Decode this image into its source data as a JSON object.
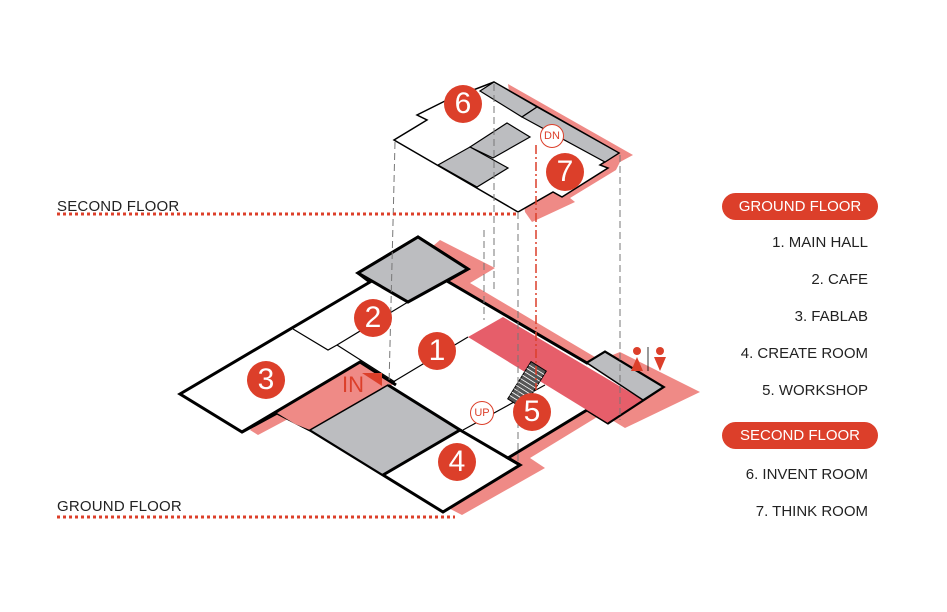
{
  "labels": {
    "second_floor": "SECOND FLOOR",
    "ground_floor": "GROUND FLOOR"
  },
  "legend": {
    "ground_header": "GROUND FLOOR",
    "ground_items": [
      "1.  MAIN HALL",
      "2.  CAFE",
      "3.  FABLAB",
      "4.  CREATE ROOM",
      "5.  WORKSHOP"
    ],
    "second_header": "SECOND FLOOR",
    "second_items": [
      "6.  INVENT ROOM",
      "7.  THINK ROOM"
    ]
  },
  "markers": {
    "m1": "1",
    "m2": "2",
    "m3": "3",
    "m4": "4",
    "m5": "5",
    "m6": "6",
    "m7": "7",
    "up": "UP",
    "dn": "DN",
    "entrance": "IN"
  },
  "colors": {
    "accent": "#dc3f2a",
    "shadow": "#ef8a86",
    "band": "#e65e6a",
    "room_gray": "#bcbdc0"
  }
}
